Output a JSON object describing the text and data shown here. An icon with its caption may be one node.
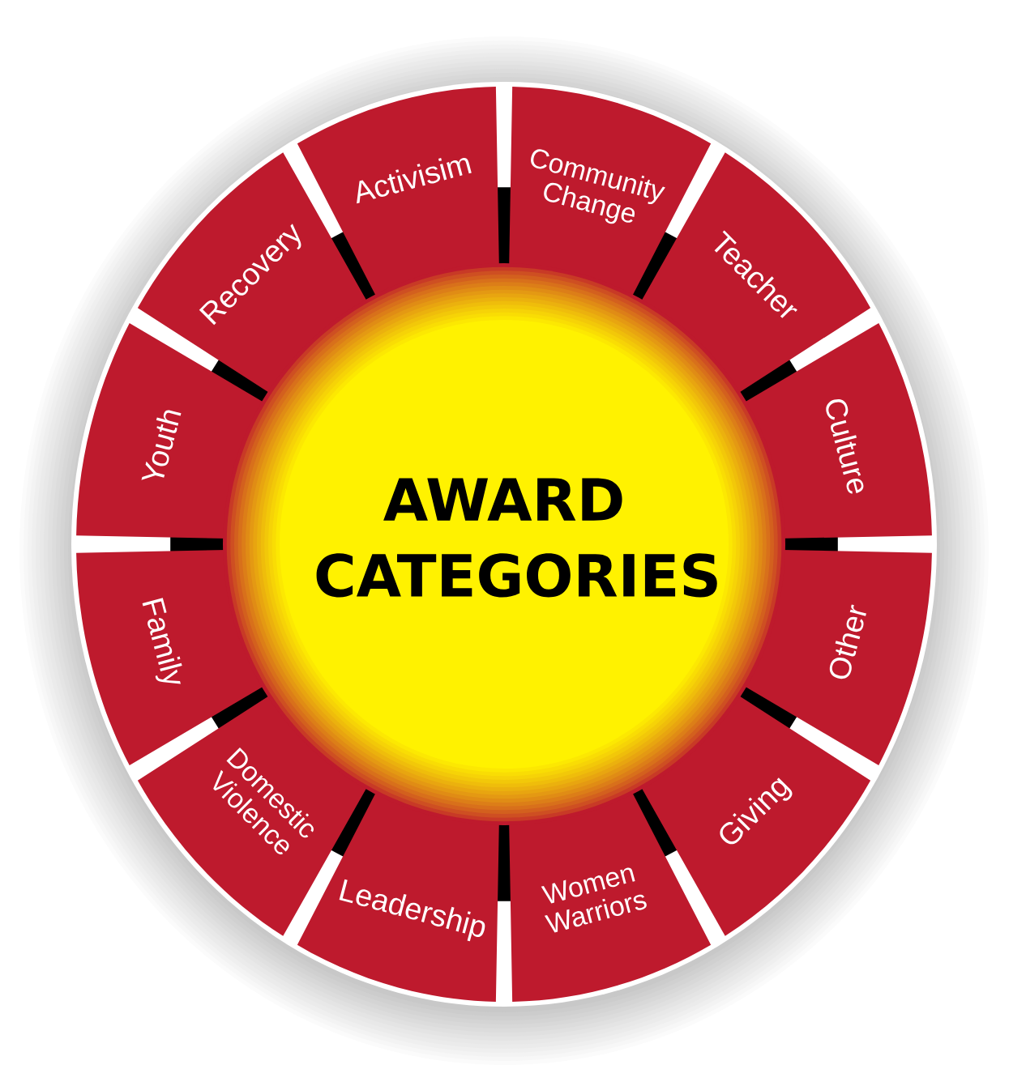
{
  "diagram": {
    "nodes": [
      {
        "text": [
          "AWARD CATEGORIES"
        ]
      },
      {
        "text": [
          "Activisim"
        ]
      },
      {
        "text": [
          "Community Change"
        ]
      },
      {
        "text": [
          "Teacher"
        ]
      },
      {
        "text": [
          "Culture"
        ]
      },
      {
        "text": [
          "Other"
        ]
      },
      {
        "text": [
          "Giving"
        ]
      },
      {
        "text": [
          "Women Warriors"
        ]
      },
      {
        "text": [
          "Leadership"
        ]
      },
      {
        "text": [
          "Domestic Violence"
        ]
      },
      {
        "text": [
          "Family"
        ]
      },
      {
        "text": [
          "Youth"
        ]
      },
      {
        "text": [
          "Recovery"
        ]
      }
    ]
  }
}
